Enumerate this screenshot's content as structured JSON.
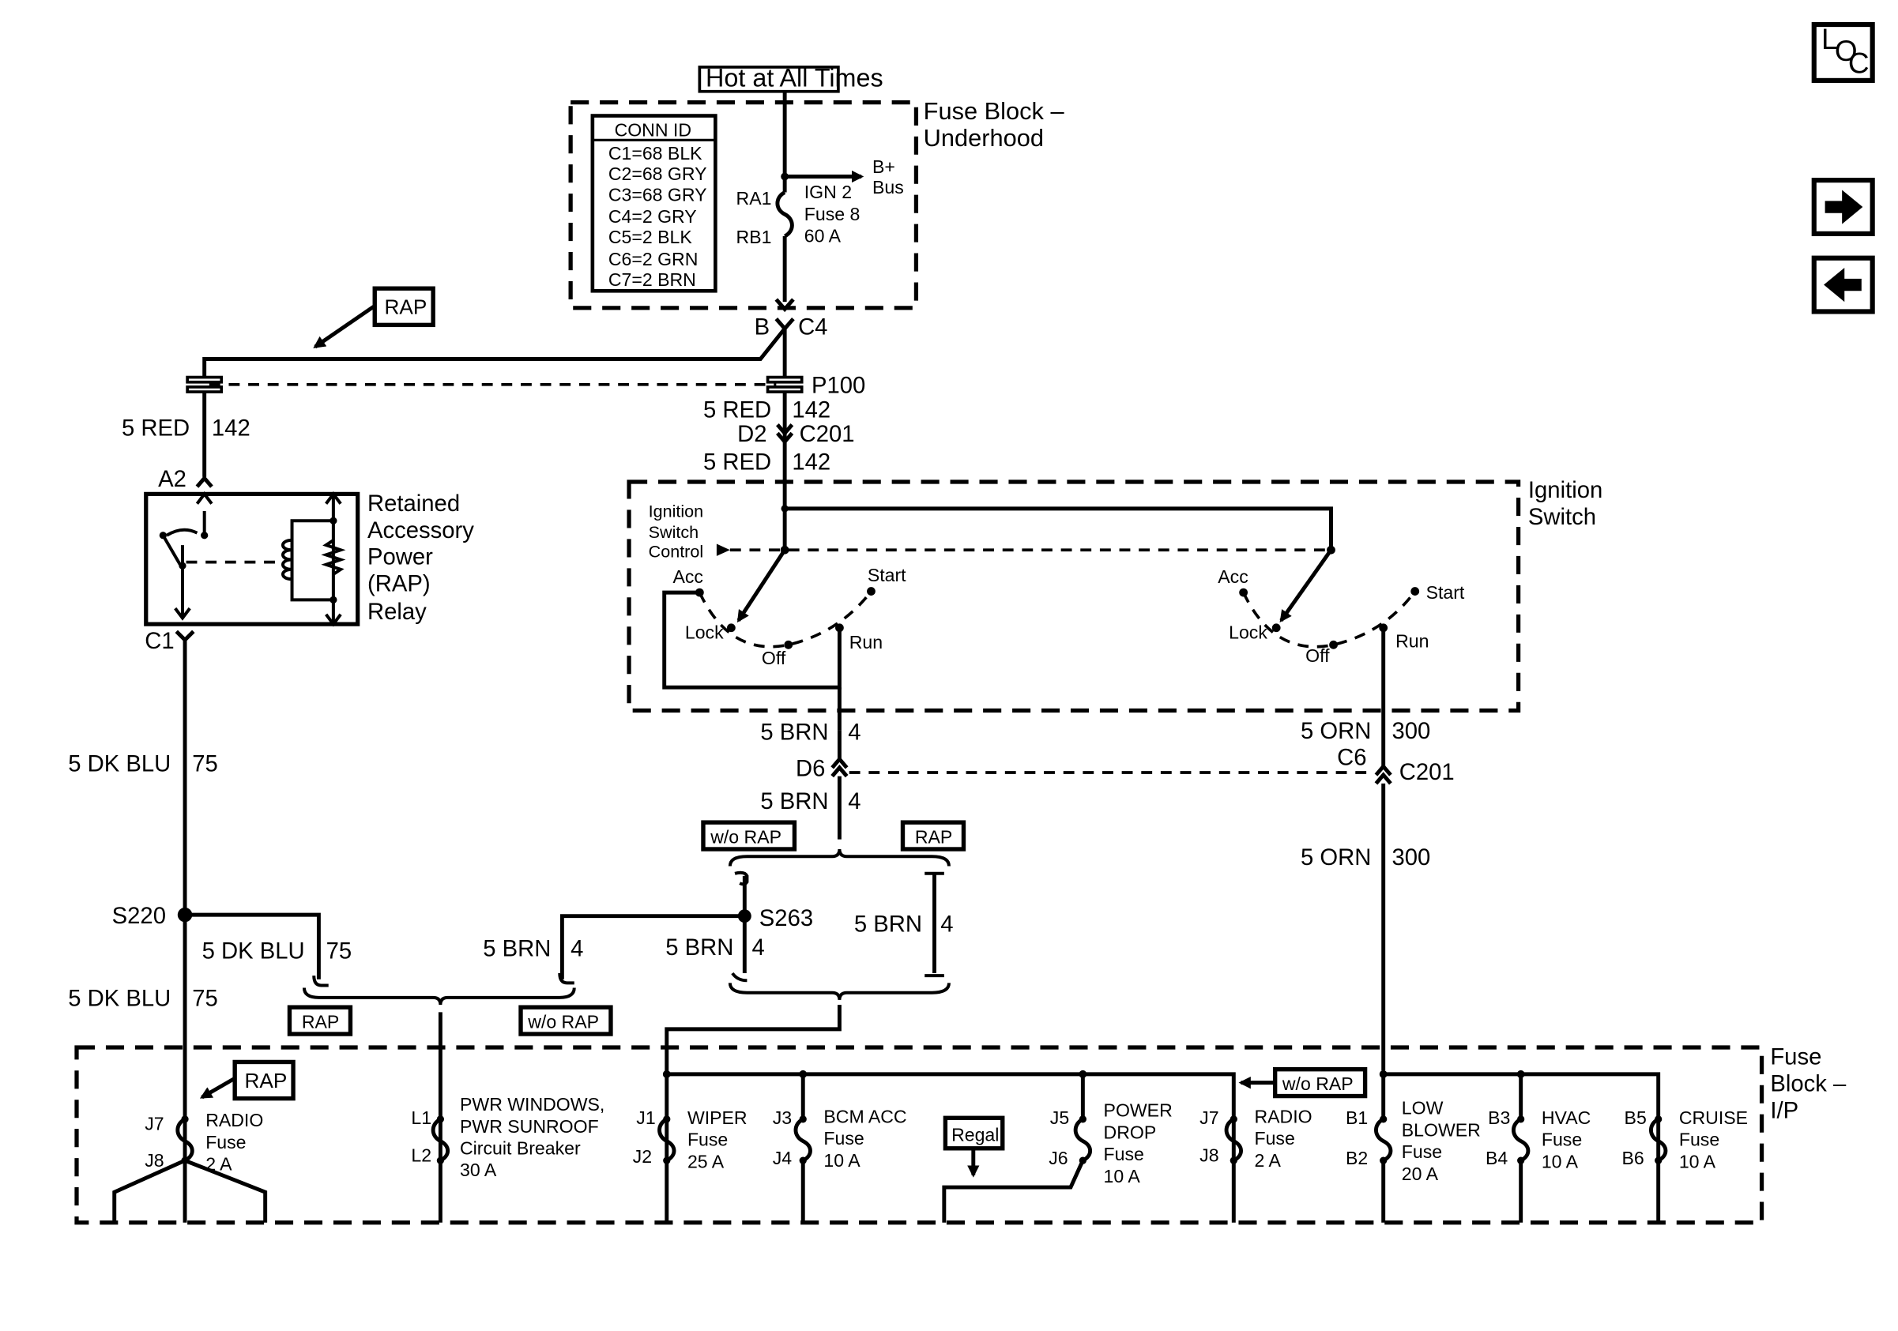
{
  "nav": {
    "loc_l": "L",
    "loc_o": "O",
    "loc_c": "C",
    "forward_glyph": "➡",
    "back_glyph": "⬅"
  },
  "top": {
    "hot_label": "Hot at All Times",
    "fuse_block_title_1": "Fuse Block –",
    "fuse_block_title_2": "Underhood",
    "conn_title": "CONN ID",
    "conn_rows": [
      "C1=68 BLK",
      "C2=68 GRY",
      "C3=68 GRY",
      "C4=2 GRY",
      "C5=2 BLK",
      "C6=2 GRN",
      "C7=2 BRN"
    ],
    "bplus_1": "B+",
    "bplus_2": "Bus",
    "ra1": "RA1",
    "rb1": "RB1",
    "ign_1": "IGN 2",
    "ign_2": "Fuse 8",
    "ign_3": "60 A",
    "pin_b": "B",
    "conn_c4": "C4"
  },
  "feed": {
    "rap_tag": "RAP",
    "p100": "P100",
    "wire_a_color": "5 RED",
    "wire_a_num": "142",
    "wire_b_color": "5 RED",
    "wire_b_num": "142",
    "d2": "D2",
    "c201": "C201",
    "wire_c_color": "5 RED",
    "wire_c_num": "142"
  },
  "rap_relay": {
    "pin_a2": "A2",
    "pin_c1": "C1",
    "title": [
      "Retained",
      "Accessory",
      "Power",
      "(RAP)",
      "Relay"
    ]
  },
  "ignition": {
    "title_1": "Ignition",
    "title_2": "Switch",
    "control_1": "Ignition",
    "control_2": "Switch",
    "control_3": "Control",
    "left": {
      "acc": "Acc",
      "start": "Start",
      "lock": "Lock",
      "off": "Off",
      "run": "Run"
    },
    "right": {
      "acc": "Acc",
      "start": "Start",
      "lock": "Lock",
      "off": "Off",
      "run": "Run"
    }
  },
  "mid": {
    "w_brn_1_color": "5 BRN",
    "w_brn_1_num": "4",
    "d6": "D6",
    "w_brn_2_color": "5 BRN",
    "w_brn_2_num": "4",
    "wo_rap_1": "w/o RAP",
    "rap_1": "RAP",
    "w_orn_1_color": "5 ORN",
    "w_orn_1_num": "300",
    "c6": "C6",
    "c201b": "C201",
    "w_orn_2_color": "5 ORN",
    "w_orn_2_num": "300",
    "w_dkblu_1_color": "5 DK BLU",
    "w_dkblu_1_num": "75",
    "s220": "S220",
    "w_dkblu_2_color": "5 DK BLU",
    "w_dkblu_2_num": "75",
    "w_dkblu_3_color": "5 DK BLU",
    "w_dkblu_3_num": "75",
    "w_brn_3_color": "5 BRN",
    "w_brn_3_num": "4",
    "s263": "S263",
    "w_brn_4_color": "5 BRN",
    "w_brn_4_num": "4",
    "w_brn_5_color": "5 BRN",
    "w_brn_5_num": "4",
    "rap_2": "RAP",
    "wo_rap_2": "w/o RAP"
  },
  "ip_block": {
    "title_1": "Fuse",
    "title_2": "Block –",
    "title_3": "I/P",
    "rap_tag": "RAP",
    "wo_rap_tag": "w/o RAP",
    "regal_tag": "Regal",
    "radio_left": {
      "pin_top": "J7",
      "pin_bot": "J8",
      "l1": "RADIO",
      "l2": "Fuse",
      "l3": "2 A"
    },
    "pwr": {
      "pin_top": "L1",
      "pin_bot": "L2",
      "l1": "PWR WINDOWS,",
      "l2": "PWR SUNROOF",
      "l3": "Circuit Breaker",
      "l4": "30 A"
    },
    "wiper": {
      "pin_top": "J1",
      "pin_bot": "J2",
      "l1": "WIPER",
      "l2": "Fuse",
      "l3": "25 A"
    },
    "bcm": {
      "pin_top": "J3",
      "pin_bot": "J4",
      "l1": "BCM ACC",
      "l2": "Fuse",
      "l3": "10 A"
    },
    "power_drop": {
      "pin_top": "J5",
      "pin_bot": "J6",
      "l1": "POWER",
      "l2": "DROP",
      "l3": "Fuse",
      "l4": "10 A"
    },
    "radio_right": {
      "pin_top": "J7",
      "pin_bot": "J8",
      "l1": "RADIO",
      "l2": "Fuse",
      "l3": "2 A"
    },
    "low_blower": {
      "pin_top": "B1",
      "pin_bot": "B2",
      "l1": "LOW",
      "l2": "BLOWER",
      "l3": "Fuse",
      "l4": "20 A"
    },
    "hvac": {
      "pin_top": "B3",
      "pin_bot": "B4",
      "l1": "HVAC",
      "l2": "Fuse",
      "l3": "10 A"
    },
    "cruise": {
      "pin_top": "B5",
      "pin_bot": "B6",
      "l1": "CRUISE",
      "l2": "Fuse",
      "l3": "10 A"
    }
  }
}
